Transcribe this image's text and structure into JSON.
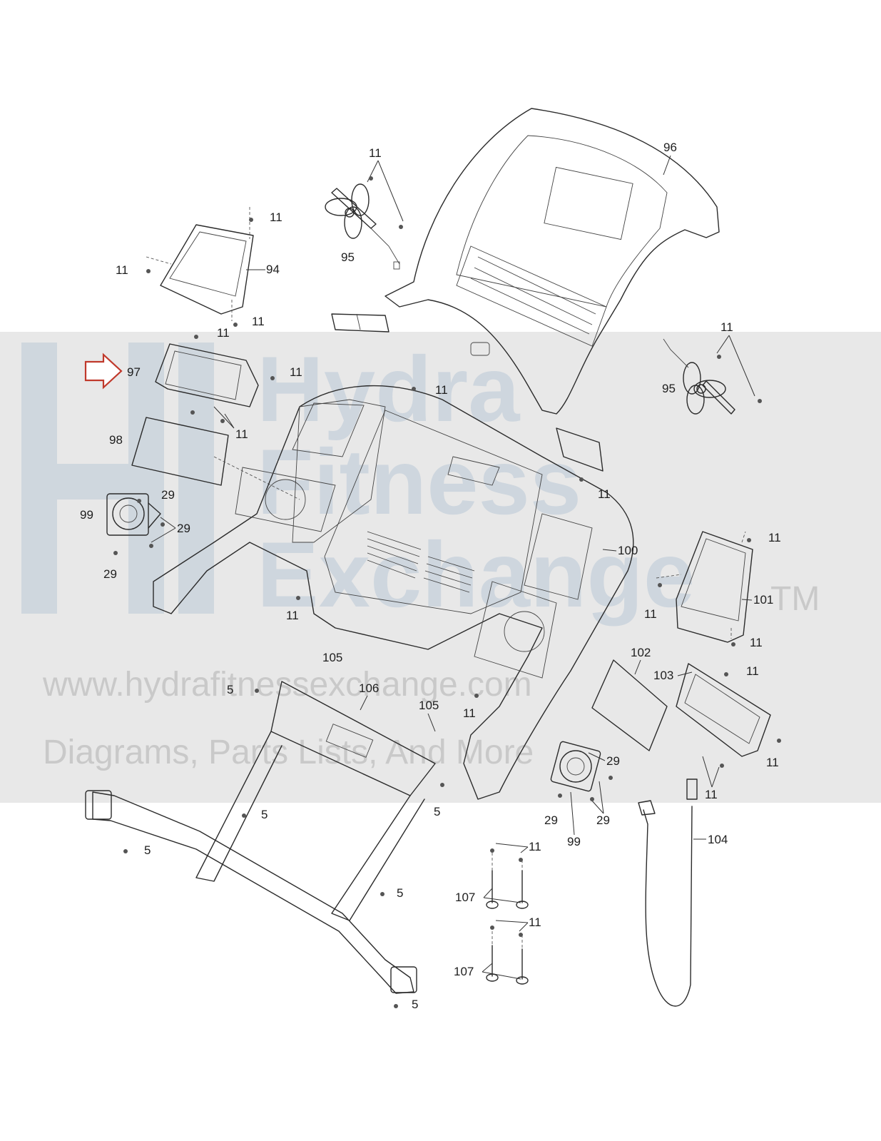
{
  "watermark": {
    "brand_line1": "Hydra",
    "brand_line2": "Fitness",
    "brand_line3": "Exchange",
    "trademark": "TM",
    "url": "www.hydrafitnessexchange.com",
    "tagline": "Diagrams, Parts Lists, And More"
  },
  "callouts": {
    "c11_fan_top": "11",
    "c96": "96",
    "c11_tray_top": "11",
    "c11_tray_left": "11",
    "c94": "94",
    "c95_top": "95",
    "c11_tray_bottom": "11",
    "c11_97_top": "11",
    "c97": "97",
    "c11_97_right": "11",
    "c11_97_bottom": "11",
    "c11_center_top": "11",
    "c11_fan_right": "11",
    "c95_right": "95",
    "c98": "98",
    "c29_a": "29",
    "c99_left": "99",
    "c29_b": "29",
    "c29_c": "29",
    "c11_center_mid": "11",
    "c100": "100",
    "c11_tray_r_top": "11",
    "c11_left_low": "11",
    "c11_tray_r_left": "11",
    "c101": "101",
    "c11_tray_r_bottom": "11",
    "c105_a": "105",
    "c102": "102",
    "c11_103_top": "11",
    "c103": "103",
    "c5_a": "5",
    "c106": "106",
    "c105_b": "105",
    "c11_center_low": "11",
    "c29_d": "29",
    "c11_103_right": "11",
    "c11_103_bottom": "11",
    "c5_b": "5",
    "c5_c": "5",
    "c29_e": "29",
    "c99_right": "99",
    "c29_f": "29",
    "c104": "104",
    "c5_d": "5",
    "c11_107a": "11",
    "c107_a": "107",
    "c5_e": "5",
    "c11_107b": "11",
    "c107_b": "107",
    "c5_f": "5"
  },
  "highlight": {
    "arrow_color": "#c0392b",
    "points_to": "97"
  }
}
